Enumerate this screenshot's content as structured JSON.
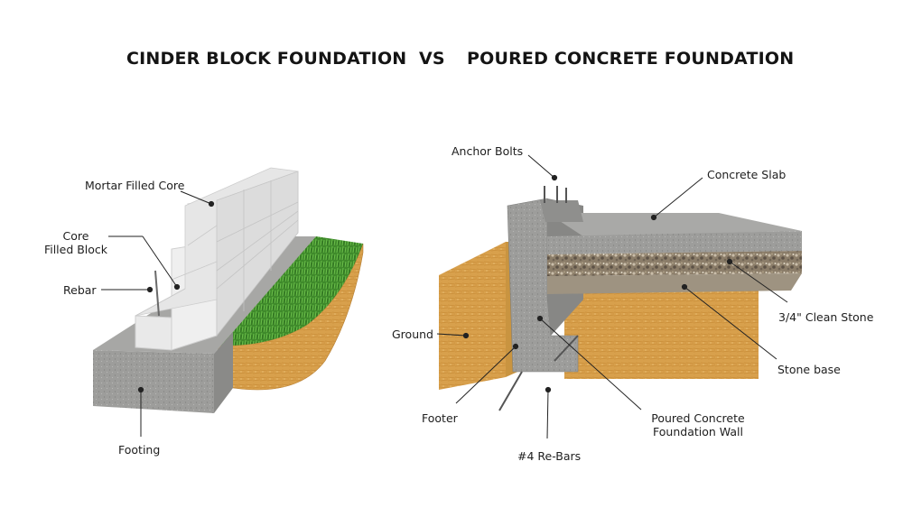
{
  "header": {
    "left_title": "CINDER BLOCK FOUNDATION",
    "vs": "VS",
    "right_title": "POURED CONCRETE FOUNDATION"
  },
  "cinder_block": {
    "labels": {
      "mortar_filled_core": "Mortar Filled Core",
      "core_filled_block_line1": "Core",
      "core_filled_block_line2": "Filled Block",
      "rebar": "Rebar",
      "footing": "Footing"
    }
  },
  "poured_concrete": {
    "labels": {
      "anchor_bolts": "Anchor Bolts",
      "concrete_slab": "Concrete Slab",
      "clean_stone": "3/4\" Clean Stone",
      "ground": "Ground",
      "stone_base": "Stone base",
      "footer": "Footer",
      "wall_line1": "Poured Concrete",
      "wall_line2": "Foundation Wall",
      "rebars": "#4 Re-Bars"
    }
  },
  "colors": {
    "concrete": "#9a9a98",
    "block": "#ececec",
    "soil": "#d9a24e",
    "grass": "#3e8a2a",
    "gravel": "#8c7f6d"
  }
}
